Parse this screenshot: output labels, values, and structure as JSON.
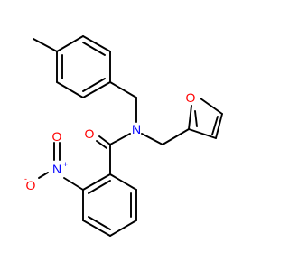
{
  "molecule": {
    "atoms": {
      "o_furan": {
        "symbol": "O",
        "color": "#ff0000"
      },
      "o_amide": {
        "symbol": "O",
        "color": "#ff0000"
      },
      "n_amide": {
        "symbol": "N",
        "color": "#0000ff"
      },
      "n_nitro": {
        "symbol": "N",
        "color": "#0000ff",
        "charge": "+"
      },
      "o_nitro_top": {
        "symbol": "O",
        "color": "#ff0000"
      },
      "o_nitro_left": {
        "symbol": "O",
        "color": "#ff0000",
        "charge": "-"
      }
    },
    "colors": {
      "bond": "#000000",
      "oxygen": "#ff0000",
      "nitrogen": "#0000ff",
      "background": "#ffffff"
    }
  }
}
